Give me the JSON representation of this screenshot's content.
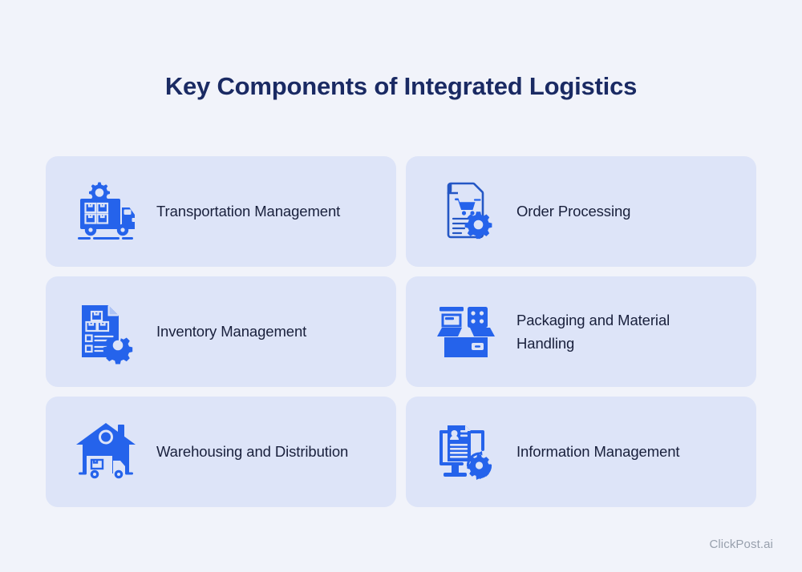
{
  "page": {
    "title": "Key Components of Integrated Logistics",
    "background_color": "#f1f3fa",
    "title_color": "#1a2a63",
    "card_color": "#dde4f8",
    "icon_color": "#2563eb",
    "icon_outline_color": "#2457c5",
    "label_color": "#19203c",
    "watermark": "ClickPost.ai",
    "watermark_color": "#98a0ad"
  },
  "cards": [
    {
      "label": "Transportation Management",
      "icon": "truck-with-boxes-and-gear-icon",
      "position": "row1-left"
    },
    {
      "label": "Order Processing",
      "icon": "document-with-cart-and-gear-icon",
      "position": "row1-right"
    },
    {
      "label": "Inventory Management",
      "icon": "inventory-document-with-gear-icon",
      "position": "row2-left"
    },
    {
      "label": "Packaging and Material Handling",
      "icon": "open-box-packaging-icon",
      "position": "row2-right"
    },
    {
      "label": "Warehousing and Distribution",
      "icon": "warehouse-with-truck-icon",
      "position": "row3-left"
    },
    {
      "label": "Information Management",
      "icon": "monitor-document-with-gear-icon",
      "position": "row3-right"
    }
  ]
}
